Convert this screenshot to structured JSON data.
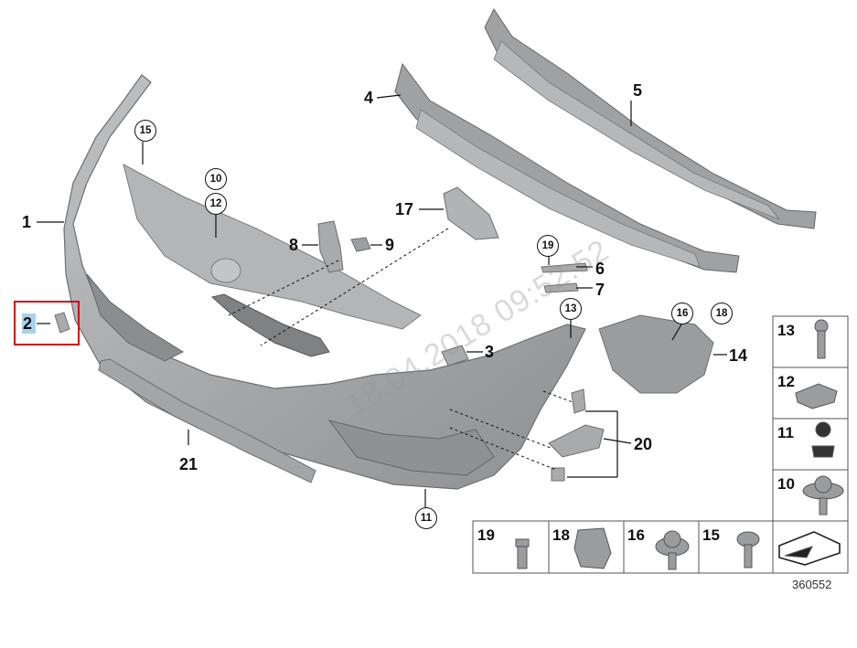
{
  "diagram_number": "360552",
  "watermark": "18.04.2018 09:52:52",
  "callouts": {
    "c1": "1",
    "c2": "2",
    "c3": "3",
    "c4": "4",
    "c5": "5",
    "c6": "6",
    "c7": "7",
    "c8": "8",
    "c9": "9",
    "c14": "14",
    "c17": "17",
    "c20": "20",
    "c21": "21"
  },
  "circled": {
    "c15": "15",
    "c10": "10",
    "c12": "12",
    "c19": "19",
    "c13": "13",
    "c16": "16",
    "c18": "18",
    "c11": "11"
  },
  "legend": {
    "right": [
      "13",
      "12",
      "11",
      "10"
    ],
    "bottom": [
      "19",
      "18",
      "16",
      "15"
    ]
  },
  "colors": {
    "part": "#a7a9ab",
    "highlight": "#d0021b",
    "selection": "#a8d3ea"
  }
}
